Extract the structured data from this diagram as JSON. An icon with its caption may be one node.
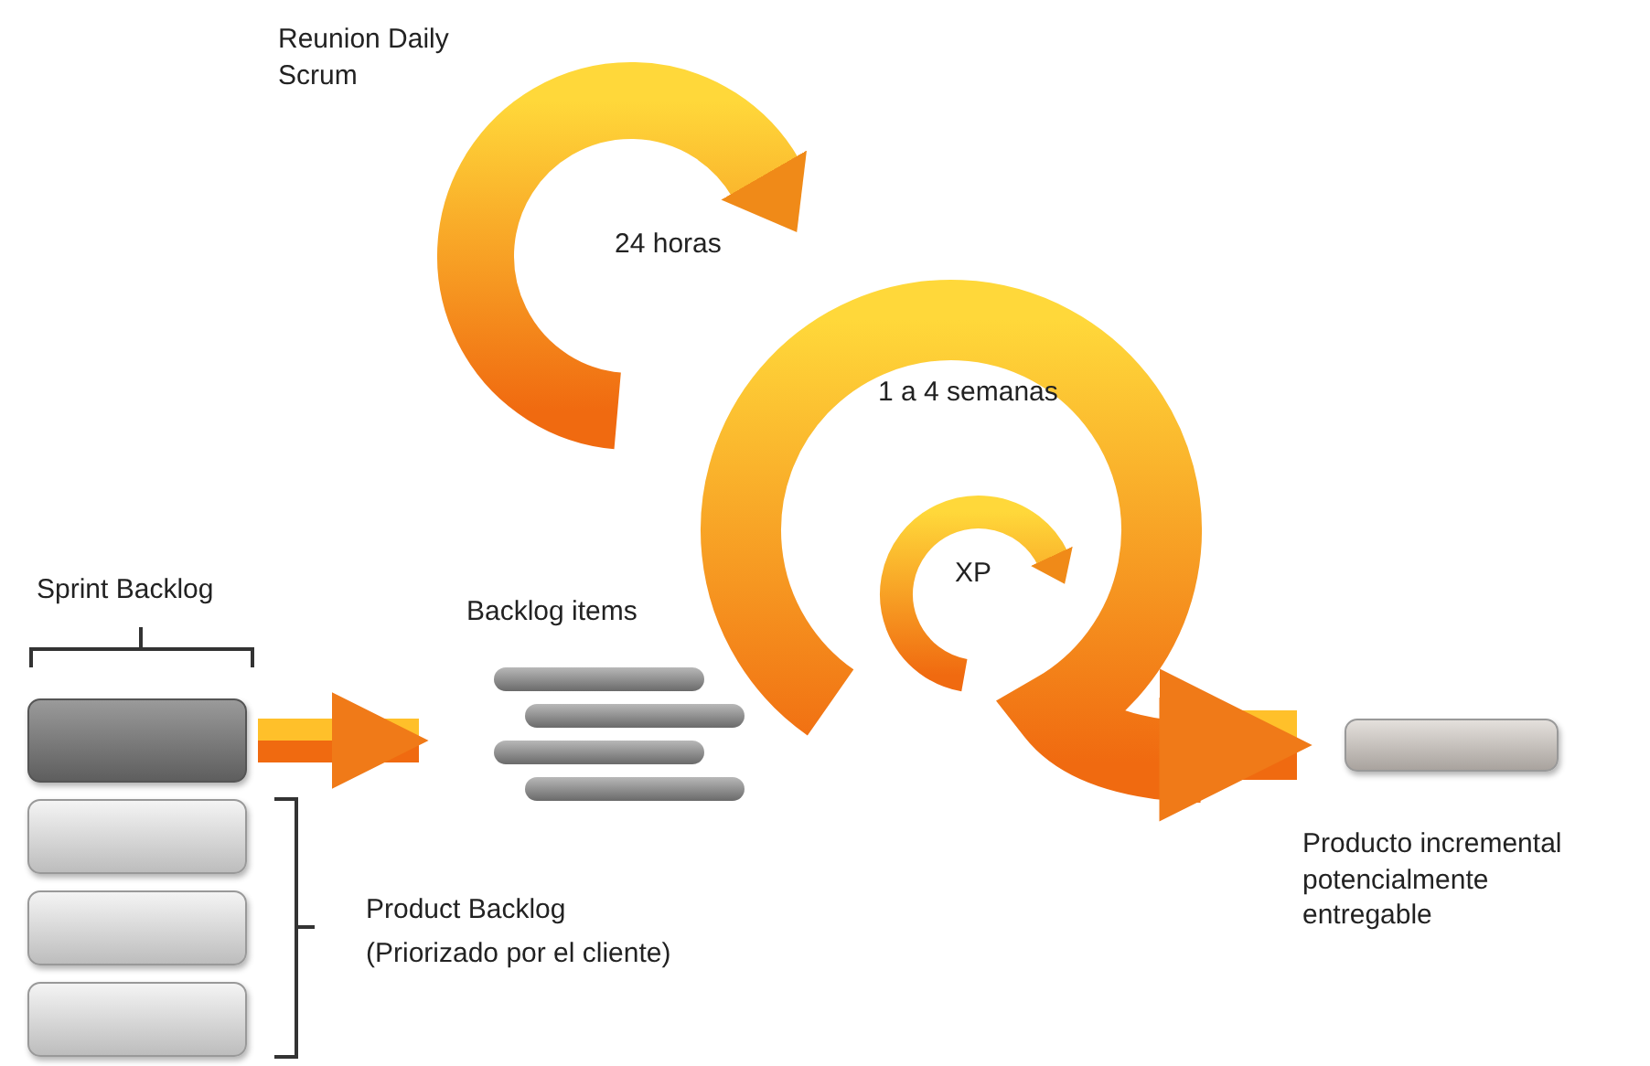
{
  "diagram": {
    "nodes": [
      {
        "text": [],
        "shape": "box"
      },
      {
        "text": [],
        "shape": "box"
      },
      {
        "text": [],
        "shape": "box"
      },
      {
        "text": [],
        "shape": "box"
      },
      {
        "text": [
          "Backlog items"
        ]
      },
      {
        "text": [],
        "shape": "box",
        "beside": [
          "Producto incremental potencialmente entregable"
        ]
      }
    ],
    "edges": [
      {
        "from": 0,
        "to": 4,
        "arrow": "to"
      },
      {
        "from": null,
        "to": 5,
        "arrow": "to"
      }
    ],
    "labels": [
      "Reunion Daily Scrum",
      "24 horas",
      "1 a 4 semanas",
      "XP",
      "Sprint Backlog",
      "Product Backlog",
      "(Priorizado por el cliente)"
    ]
  }
}
